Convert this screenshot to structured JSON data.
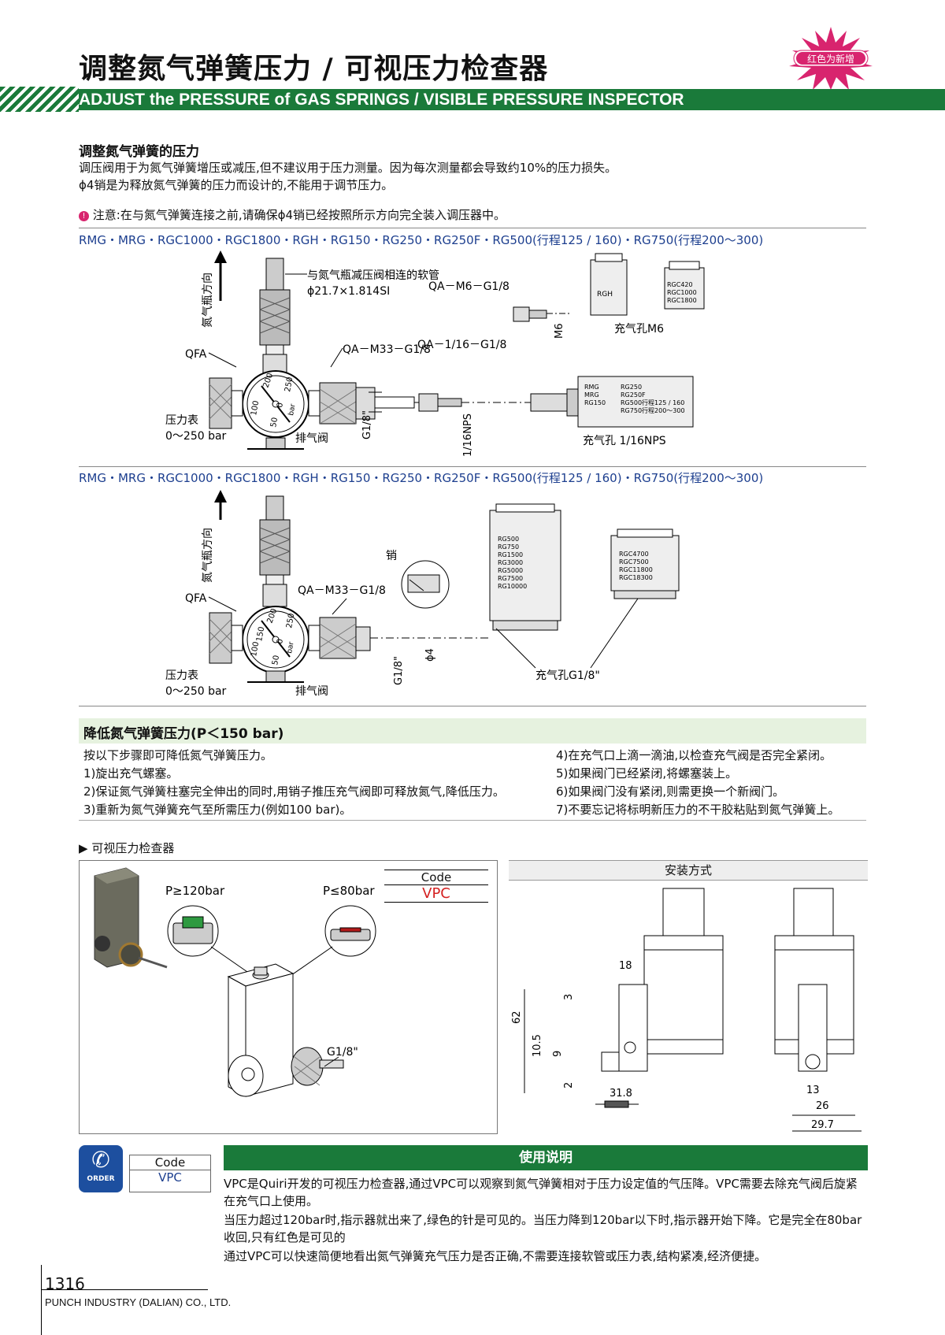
{
  "header": {
    "title": "调整氮气弹簧压力 / 可视压力检查器",
    "subtitle_en": "ADJUST the PRESSURE of GAS SPRINGS / VISIBLE PRESSURE INSPECTOR",
    "new_badge": "红色为新增"
  },
  "intro": {
    "heading": "调整氮气弹簧的压力",
    "line1": "调压阀用于为氮气弹簧增压或减压,但不建议用于压力测量。因为每次测量都会导致约10%的压力损失。",
    "line2": "ϕ4销是为释放氮气弹簧的压力而设计的,不能用于调节压力。",
    "note": "注意:在与氮气弹簧连接之前,请确保ϕ4销已经按照所示方向完全装入调压器中。"
  },
  "diagram1": {
    "models": "RMG・MRG・RGC1000・RGC1800・RGH・RG150・RG250・RG250F・RG500(行程125 / 160)・RG750(行程200～300)",
    "direction": "氮气瓶方向",
    "hose": "与氮气瓶减压阀相连的软管",
    "hose_spec": "ϕ21.7×1.814SI",
    "qfa": "QFA",
    "qa_m33": "QA－M33－G1/8",
    "qa_m6": "QA－M6－G1/8",
    "qa_116": "QA－1/16－G1/8",
    "gauge_label": "压力表",
    "gauge_range": "0～250 bar",
    "vent": "排气阀",
    "g18": "G1/8\"",
    "nps": "1/16NPS",
    "m6": "M6",
    "fill_m6": "充气孔M6",
    "fill_nps": "充气孔 1/16NPS",
    "rgh": "RGH",
    "rgc_list": [
      "RGC420",
      "RGC1000",
      "RGC1800"
    ],
    "rmg_list": [
      "RMG",
      "MRG",
      "RG150"
    ],
    "rg_list": [
      "RG250",
      "RG250F",
      "RG500行程125 / 160",
      "RG750行程200～300"
    ],
    "dial": [
      "100",
      "200",
      "250",
      "50",
      "0",
      "bar"
    ]
  },
  "diagram2": {
    "models": "RMG・MRG・RGC1000・RGC1800・RGH・RG150・RG250・RG250F・RG500(行程125 / 160)・RG750(行程200～300)",
    "direction": "氮气瓶方向",
    "qfa": "QFA",
    "qa_m33": "QA－M33－G1/8",
    "pin": "销",
    "gauge_label": "压力表",
    "gauge_range": "0～250 bar",
    "vent": "排气阀",
    "g18": "G1/8\"",
    "phi4": "ϕ4",
    "fill_g18": "充气孔G1/8\"",
    "rg_list": [
      "RG500",
      "RG750",
      "RG1500",
      "RG3000",
      "RG5000",
      "RG7500",
      "RG10000"
    ],
    "rgc_list": [
      "RGC4700",
      "RGC7500",
      "RGC11800",
      "RGC18300"
    ],
    "dial": [
      "100",
      "150",
      "200",
      "250",
      "50",
      "0",
      "bar"
    ]
  },
  "reduce": {
    "heading": "降低氮气弹簧压力(P＜150 bar)",
    "left": [
      "按以下步骤即可降低氮气弹簧压力。",
      "1)旋出充气螺塞。",
      "2)保证氮气弹簧柱塞完全伸出的同时,用销子推压充气阀即可释放氮气,降低压力。",
      "3)重新为氮气弹簧充气至所需压力(例如100 bar)。"
    ],
    "right": [
      "4)在充气口上滴一滴油,以检查充气阀是否完全紧闭。",
      "5)如果阀门已经紧闭,将螺塞装上。",
      "6)如果阀门没有紧闭,则需更换一个新阀门。",
      "7)不要忘记将标明新压力的不干胶粘贴到氮气弹簧上。"
    ]
  },
  "vpc": {
    "section": "可视压力检查器",
    "p_high": "P≥120bar",
    "p_low": "P≤80bar",
    "code_label": "Code",
    "code_value": "VPC",
    "g18": "G1/8\"",
    "mount_title": "安装方式",
    "dims": [
      "18",
      "3",
      "62",
      "10.5",
      "9",
      "2",
      "31.8",
      "13",
      "26",
      "29.7"
    ]
  },
  "order": {
    "order_label": "ORDER",
    "code_label": "Code",
    "code_value": "VPC"
  },
  "usage": {
    "heading": "使用说明",
    "p1": "VPC是Quiri开发的可视压力检查器,通过VPC可以观察到氮气弹簧相对于压力设定值的气压降。VPC需要去除充气阀后旋紧在充气口上使用。",
    "p2": "当压力超过120bar时,指示器就出来了,绿色的针是可见的。当压力降到120bar以下时,指示器开始下降。它是完全在80bar收回,只有红色是可见的",
    "p3": "通过VPC可以快速简便地看出氮气弹簧充气压力是否正确,不需要连接软管或压力表,结构紧凑,经济便捷。"
  },
  "footer": {
    "page": "1316",
    "company": "PUNCH INDUSTRY (DALIAN) CO., LTD."
  },
  "colors": {
    "brand_green": "#1a7a3a",
    "light_green": "#e6f2df",
    "accent_red": "#d42020",
    "badge_magenta": "#d8246e"
  }
}
